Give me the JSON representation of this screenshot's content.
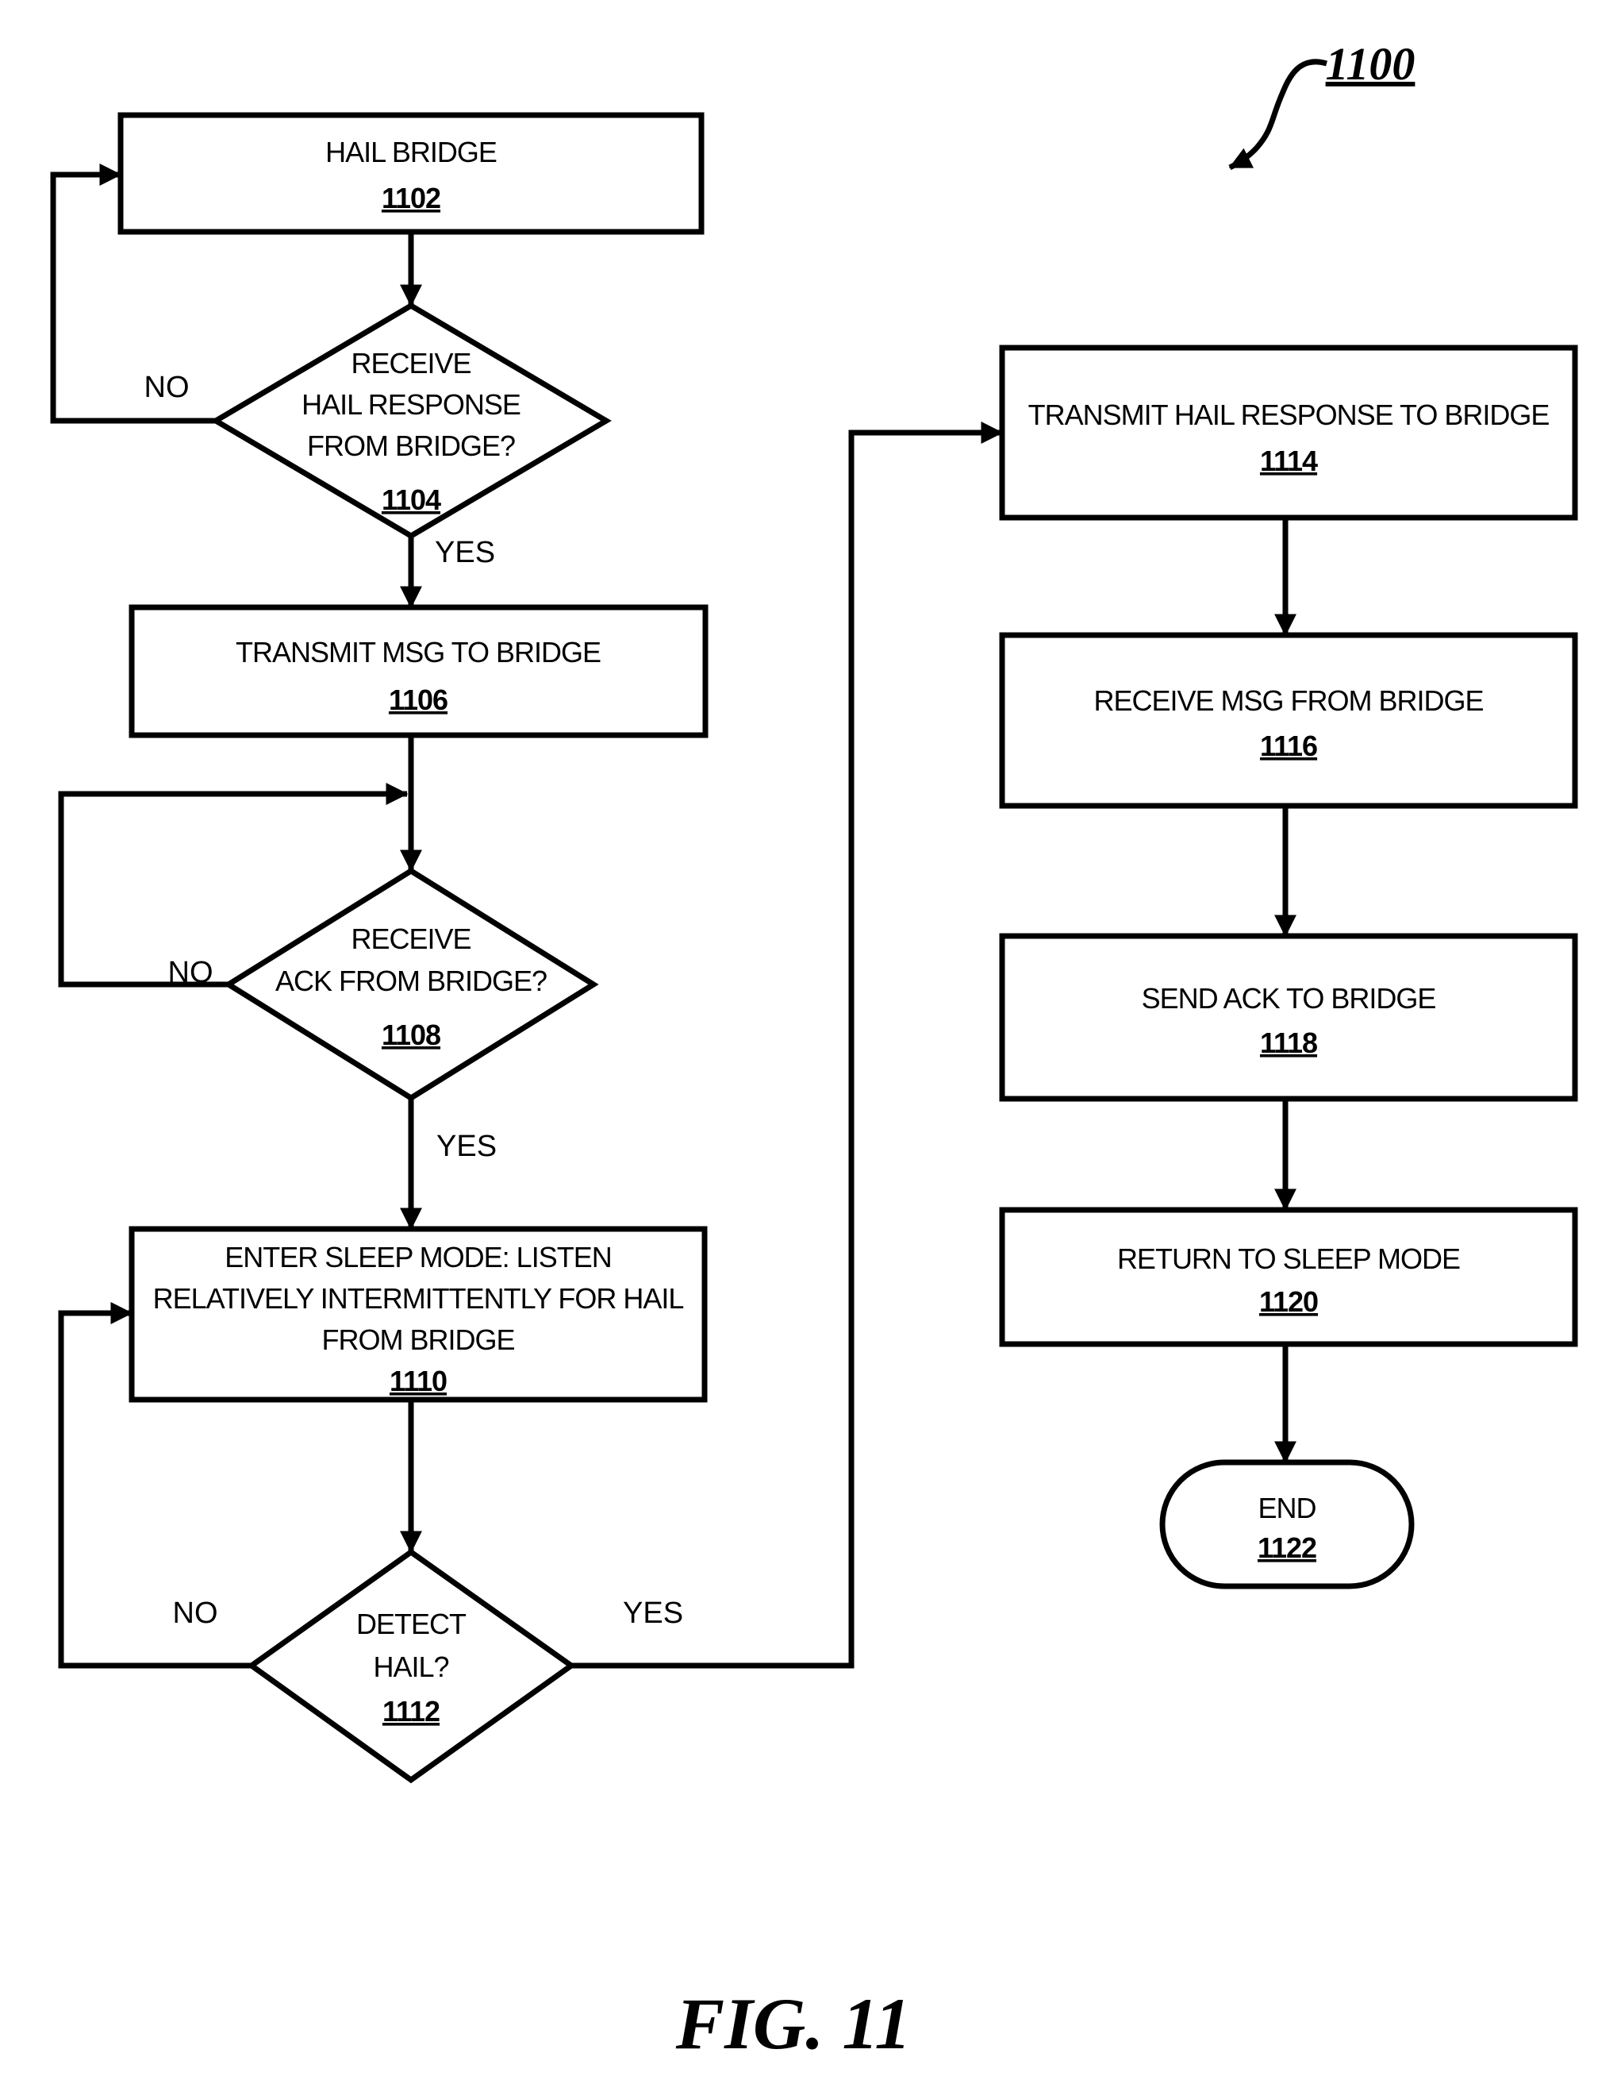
{
  "figure": {
    "ref": "1100",
    "caption": "FIG. 11"
  },
  "labels": {
    "yes": "YES",
    "no": "NO"
  },
  "nodes": {
    "hail_bridge": {
      "type": "process",
      "lines": [
        "HAIL BRIDGE"
      ],
      "ref": "1102"
    },
    "receive_hail_response": {
      "type": "decision",
      "lines": [
        "RECEIVE",
        "HAIL RESPONSE",
        "FROM BRIDGE?"
      ],
      "ref": "1104"
    },
    "transmit_msg": {
      "type": "process",
      "lines": [
        "TRANSMIT MSG TO BRIDGE"
      ],
      "ref": "1106"
    },
    "receive_ack": {
      "type": "decision",
      "lines": [
        "RECEIVE",
        "ACK FROM BRIDGE?"
      ],
      "ref": "1108"
    },
    "enter_sleep_mode": {
      "type": "process",
      "lines": [
        "ENTER SLEEP MODE: LISTEN",
        "RELATIVELY INTERMITTENTLY FOR HAIL",
        "FROM BRIDGE"
      ],
      "ref": "1110"
    },
    "detect_hail": {
      "type": "decision",
      "lines": [
        "DETECT",
        "HAIL?"
      ],
      "ref": "1112"
    },
    "transmit_hail_response": {
      "type": "process",
      "lines": [
        "TRANSMIT HAIL RESPONSE TO BRIDGE"
      ],
      "ref": "1114"
    },
    "receive_msg": {
      "type": "process",
      "lines": [
        "RECEIVE MSG FROM BRIDGE"
      ],
      "ref": "1116"
    },
    "send_ack": {
      "type": "process",
      "lines": [
        "SEND ACK TO BRIDGE"
      ],
      "ref": "1118"
    },
    "return_to_sleep": {
      "type": "process",
      "lines": [
        "RETURN TO SLEEP MODE"
      ],
      "ref": "1120"
    },
    "end": {
      "type": "terminator",
      "lines": [
        "END"
      ],
      "ref": "1122"
    }
  },
  "colors": {
    "ink": "#000000",
    "paper": "#ffffff"
  }
}
